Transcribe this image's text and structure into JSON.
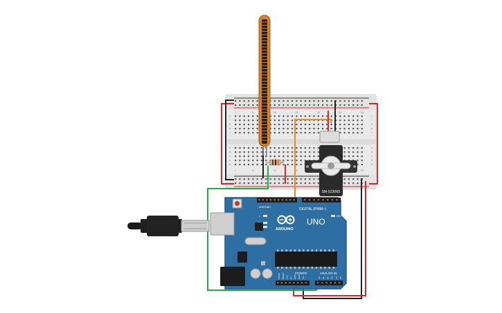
{
  "arduino": {
    "brand": "ARDUINO",
    "model": "UNO",
    "header_digital": "DIGITAL (PWM~)",
    "header_power": "POWER",
    "header_analog": "ANALOG IN",
    "led_l": "L",
    "led_tx": "TX",
    "led_rx": "RX",
    "led_on": "ON",
    "aref": "AREF",
    "gnd": "GND",
    "power_pins": [
      "IOREF",
      "RESET",
      "3.3V",
      "5V",
      "GND",
      "GND",
      "Vin"
    ],
    "analog_pins": [
      "A0",
      "A1",
      "A2",
      "A3",
      "A4",
      "A5"
    ]
  },
  "servo": {
    "model": "SM-S2309S"
  },
  "breadboard": {
    "column_numbers": [
      "1",
      "5",
      "10",
      "15",
      "20",
      "25",
      "30"
    ],
    "row_letters_top": [
      "j",
      "i",
      "h",
      "g",
      "f"
    ],
    "row_letters_bottom": [
      "e",
      "d",
      "c",
      "b",
      "a"
    ]
  },
  "colors": {
    "board": "#2d6fa3",
    "board_edge": "#1f5a88",
    "wire_red": "#d6262b",
    "wire_black": "#222222",
    "wire_green": "#27a844",
    "wire_orange": "#f08a1c",
    "flex_sensor": "#d1862e",
    "breadboard": "#e9e9e9"
  }
}
